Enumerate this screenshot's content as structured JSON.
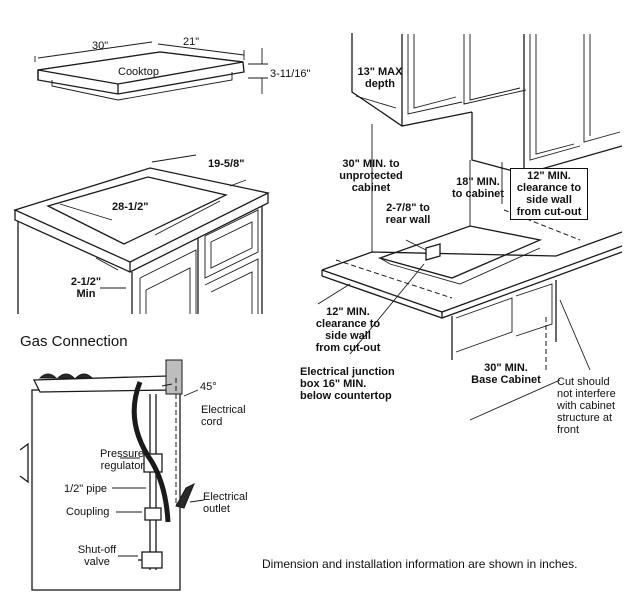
{
  "cooktop": {
    "width": "30\"",
    "depth": "21\"",
    "label": "Cooktop",
    "height": "3-11/16\""
  },
  "cutout": {
    "depth": "19-5/8\"",
    "width": "28-1/2\"",
    "front_min_line1": "2-1/2\"",
    "front_min_line2": "Min"
  },
  "gas": {
    "title": "Gas Connection",
    "angle": "45°",
    "cord_line1": "Electrical",
    "cord_line2": "cord",
    "regulator_line1": "Pressure",
    "regulator_line2": "regulator",
    "pipe": "1/2\" pipe",
    "coupling": "Coupling",
    "outlet_line1": "Electrical",
    "outlet_line2": "outlet",
    "valve_line1": "Shut-off",
    "valve_line2": "valve"
  },
  "install": {
    "max_depth_line1": "13\" MAX",
    "max_depth_line2": "depth",
    "unprot_line1": "30\" MIN. to",
    "unprot_line2": "unprotected",
    "unprot_line3": "cabinet",
    "to_cab_line1": "18\" MIN.",
    "to_cab_line2": "to cabinet",
    "side_r_line1": "12\" MIN.",
    "side_r_line2": "clearance to",
    "side_r_line3": "side wall",
    "side_r_line4": "from cut-out",
    "rear_line1": "2-7/8\" to",
    "rear_line2": "rear wall",
    "side_l_line1": "12\" MIN.",
    "side_l_line2": "clearance to",
    "side_l_line3": "side wall",
    "side_l_line4": "from cut-out",
    "junction_line1": "Electrical junction",
    "junction_line2": "box 16\" MIN.",
    "junction_line3": "below countertop",
    "base_line1": "30\" MIN.",
    "base_line2": "Base Cabinet",
    "cut_line1": "Cut should",
    "cut_line2": "not interfere",
    "cut_line3": "with cabinet",
    "cut_line4": "structure at",
    "cut_line5": "front"
  },
  "footnote": "Dimension and installation information are shown in inches."
}
